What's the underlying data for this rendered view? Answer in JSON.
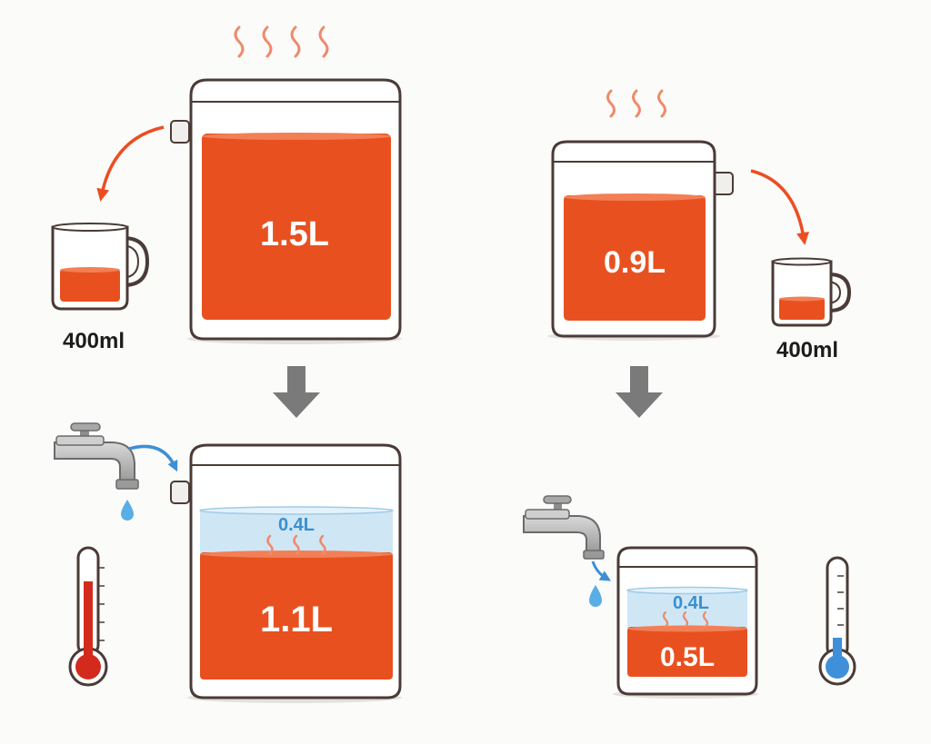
{
  "colors": {
    "liquid": "#e8511f",
    "liquid_surface": "#f27f55",
    "water": "#cfe6f5",
    "water_text": "#3a8fd0",
    "steam": "#f08a6a",
    "outline": "#4a3b36",
    "arrow_gray": "#7a7a7a",
    "arrow_red": "#ec4e22",
    "arrow_blue": "#3d8fd6",
    "thermo_hot": "#d42a1e",
    "thermo_cold": "#3f8fdb"
  },
  "panels": {
    "left": {
      "tank_volume": "1.5L",
      "cup_volume": "400ml",
      "remaining_volume": "1.1L",
      "added_water": "0.4L",
      "thermometer_level": "hot"
    },
    "right": {
      "tank_volume": "0.9L",
      "cup_volume": "400ml",
      "remaining_volume": "0.5L",
      "added_water": "0.4L",
      "thermometer_level": "cold"
    }
  },
  "icons": {
    "faucet": "faucet-icon",
    "water_drop": "water-drop-icon",
    "steam": "steam-icon",
    "thermometer": "thermometer-icon",
    "down_arrow": "down-arrow-icon",
    "pour_arrow": "curved-arrow-icon"
  }
}
